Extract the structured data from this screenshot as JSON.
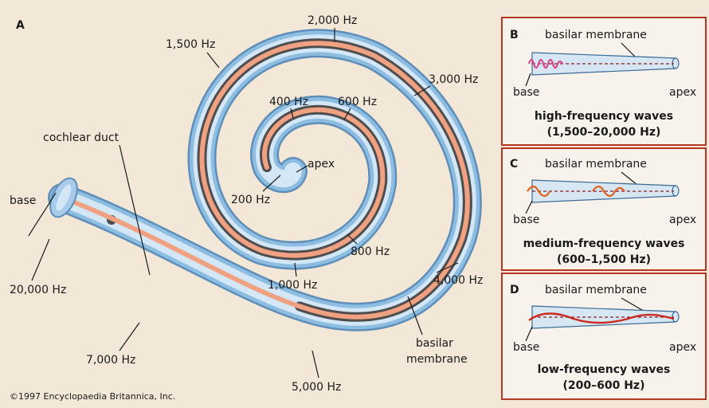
{
  "panels": {
    "a": {
      "letter": "A",
      "labels": {
        "hz_2000": "2,000 Hz",
        "hz_1500": "1,500 Hz",
        "hz_3000": "3,000 Hz",
        "hz_400": "400 Hz",
        "hz_600": "600 Hz",
        "apex": "apex",
        "hz_200": "200 Hz",
        "cochlear_duct": "cochlear duct",
        "base": "base",
        "hz_20000": "20,000 Hz",
        "hz_800": "800 Hz",
        "hz_4000": "4,000 Hz",
        "hz_1000": "1,000 Hz",
        "basilar": "basilar",
        "membrane": "membrane",
        "hz_7000": "7,000 Hz",
        "hz_5000": "5,000 Hz"
      },
      "copyright": "©1997 Encyclopaedia Britannica, Inc."
    },
    "b": {
      "letter": "B",
      "membrane_label": "basilar membrane",
      "base_label": "base",
      "apex_label": "apex",
      "title": "high-frequency waves",
      "range": "(1,500–20,000 Hz)",
      "wave_color": "#d9478a"
    },
    "c": {
      "letter": "C",
      "membrane_label": "basilar membrane",
      "base_label": "base",
      "apex_label": "apex",
      "title": "medium-frequency waves",
      "range": "(600–1,500 Hz)",
      "wave_color": "#e0621e"
    },
    "d": {
      "letter": "D",
      "membrane_label": "basilar membrane",
      "base_label": "base",
      "apex_label": "apex",
      "title": "low-frequency waves",
      "range": "(200–600 Hz)",
      "wave_color": "#cc2a1e"
    }
  },
  "colors": {
    "background": "#f3e7d7",
    "duct_outer": "#7fb0d8",
    "duct_inner": "#c9e0f2",
    "membrane_band": "#f0a181",
    "inner_dark": "#4e4e4e",
    "panel_border": "#b5371f"
  }
}
